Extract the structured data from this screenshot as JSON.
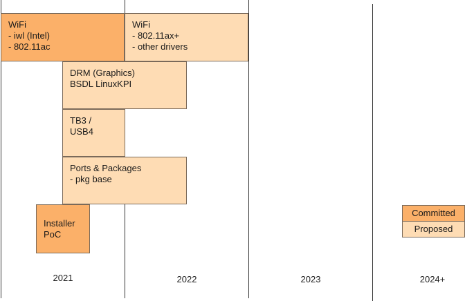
{
  "colors": {
    "committed": "#fbb069",
    "proposed": "#fedcb4"
  },
  "boxes": [
    {
      "id": "wifi-2021",
      "status": "committed",
      "lines": [
        "WiFi",
        "- iwl (Intel)",
        "- 802.11ac"
      ]
    },
    {
      "id": "wifi-2022",
      "status": "proposed",
      "lines": [
        "WiFi",
        "- 802.11ax+",
        "- other drivers"
      ]
    },
    {
      "id": "drm",
      "status": "proposed",
      "lines": [
        "DRM (Graphics)",
        "BSDL LinuxKPI"
      ]
    },
    {
      "id": "tb3",
      "status": "proposed",
      "lines": [
        "TB3 /",
        "USB4"
      ]
    },
    {
      "id": "ports",
      "status": "proposed",
      "lines": [
        "Ports & Packages",
        "- pkg base"
      ]
    },
    {
      "id": "installer",
      "status": "committed",
      "lines": [
        "Installer",
        "PoC"
      ]
    }
  ],
  "years": [
    "2021",
    "2022",
    "2023",
    "2024+"
  ],
  "legend": {
    "committed": "Committed",
    "proposed": "Proposed"
  }
}
